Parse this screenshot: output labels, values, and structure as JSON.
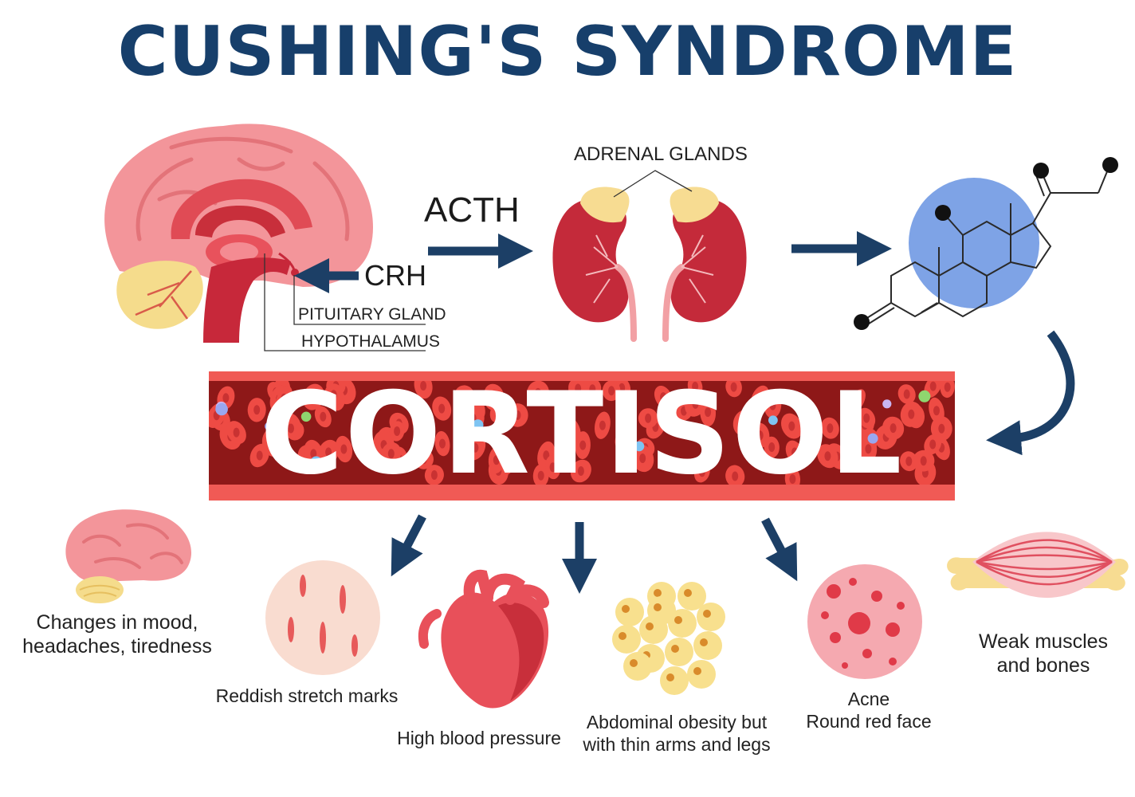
{
  "title": "CUSHING'S SYNDROME",
  "labels": {
    "acth": "ACTH",
    "crh": "CRH",
    "adrenal_glands": "ADRENAL GLANDS",
    "pituitary_gland": "PITUITARY GLAND",
    "hypothalamus": "HYPOTHALAMUS"
  },
  "center_word": "CORTISOL",
  "symptoms": [
    {
      "id": "mood",
      "text": "Changes in mood,\nheadaches, tiredness",
      "icon": "brain-icon"
    },
    {
      "id": "stretch",
      "text": "Reddish stretch marks",
      "icon": "skin-icon"
    },
    {
      "id": "bp",
      "text": "High blood pressure",
      "icon": "heart-icon"
    },
    {
      "id": "obesity",
      "text": "Abdominal obesity but\nwith thin arms and legs",
      "icon": "fat-cells-icon"
    },
    {
      "id": "acne",
      "text": "Acne\nRound red face",
      "icon": "acne-icon"
    },
    {
      "id": "muscle",
      "text": "Weak muscles\nand bones",
      "icon": "muscle-bone-icon"
    }
  ],
  "colors": {
    "title": "#173f6b",
    "arrow": "#1c3f66",
    "vessel": "#8e1818",
    "vessel_edge": "#f05a55",
    "blood_cell": "#ee4b44",
    "molecule_circle": "#7ea3e6"
  }
}
